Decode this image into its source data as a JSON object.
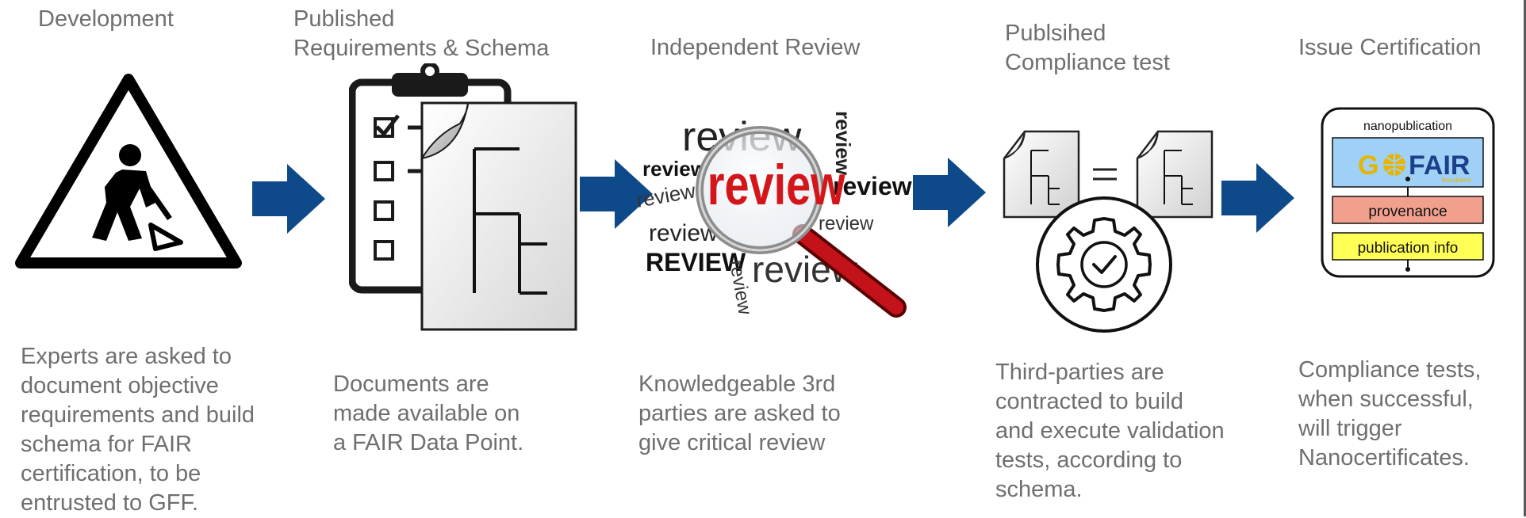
{
  "colors": {
    "arrow": "#0e4a8a",
    "text": "#6f6f6f",
    "provenance": "#f2a08e",
    "pubinfo": "#ffff55",
    "assertion": "#9fd0f5"
  },
  "stages": [
    {
      "title": "Development",
      "description": "Experts are asked to\ndocument objective\nrequirements and build\nschema for FAIR\ncertification, to be\nentrusted to GFF."
    },
    {
      "title": "Published\nRequirements & Schema",
      "description": "Documents are\nmade available on\na FAIR Data Point."
    },
    {
      "title": "Independent Review",
      "description": "Knowledgeable 3rd\nparties are asked to\ngive critical review"
    },
    {
      "title": "Publsihed\nCompliance test",
      "description": "Third-parties are\ncontracted to build\nand execute validation\ntests, according to\nschema."
    },
    {
      "title": "Issue Certification",
      "description": "Compliance tests,\nwhen successful,\nwill trigger\nNanocertificates."
    }
  ],
  "review_words": [
    "review",
    "review",
    "review",
    "review",
    "REVIEW",
    "review",
    "review",
    "review",
    "review",
    "review"
  ],
  "nanopub": {
    "header": "nanopublication",
    "logo_left": "G",
    "logo_right": "FAIR",
    "logo_sub": "foundation",
    "provenance": "provenance",
    "pubinfo": "publication info"
  }
}
